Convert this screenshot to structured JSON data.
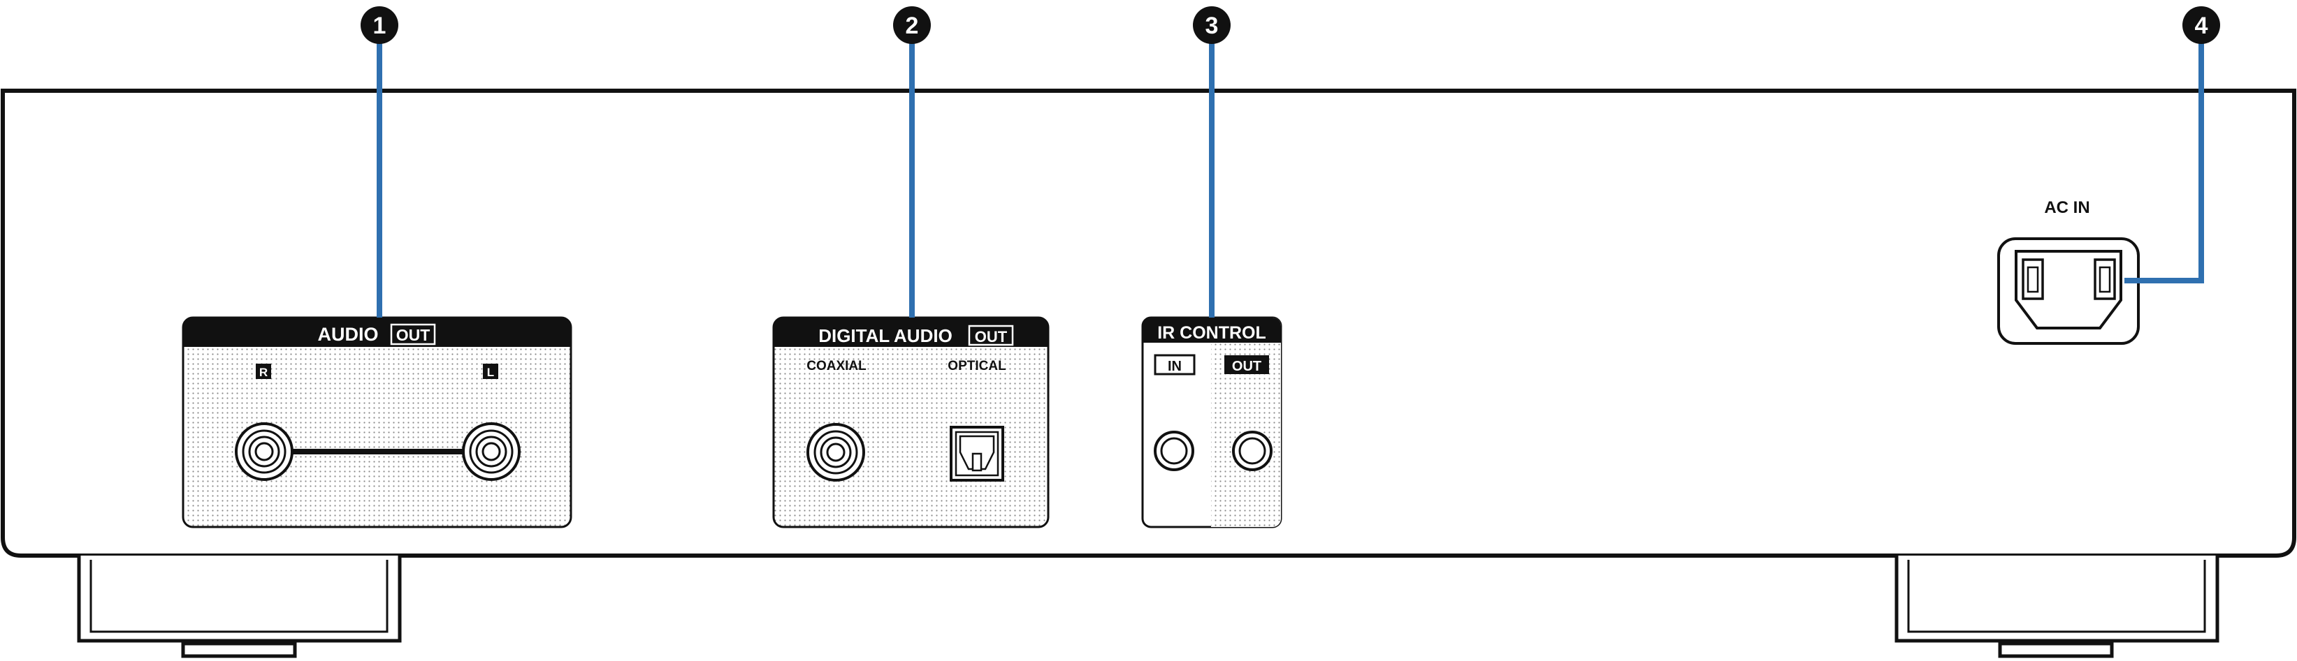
{
  "callouts": [
    {
      "number": "1"
    },
    {
      "number": "2"
    },
    {
      "number": "3"
    },
    {
      "number": "4"
    }
  ],
  "audio_out": {
    "title": "AUDIO",
    "title_badge": "OUT",
    "label_right": "R",
    "label_left": "L"
  },
  "digital_audio_out": {
    "title": "DIGITAL AUDIO",
    "title_badge": "OUT",
    "coaxial_label": "COAXIAL",
    "optical_label": "OPTICAL"
  },
  "ir_control": {
    "title": "IR CONTROL",
    "in_label": "IN",
    "out_label": "OUT"
  },
  "ac_in": {
    "label": "AC IN"
  },
  "colors": {
    "leader_line": "#2f70b0",
    "outline": "#111111",
    "panel_dots": "#8a8a8a"
  }
}
